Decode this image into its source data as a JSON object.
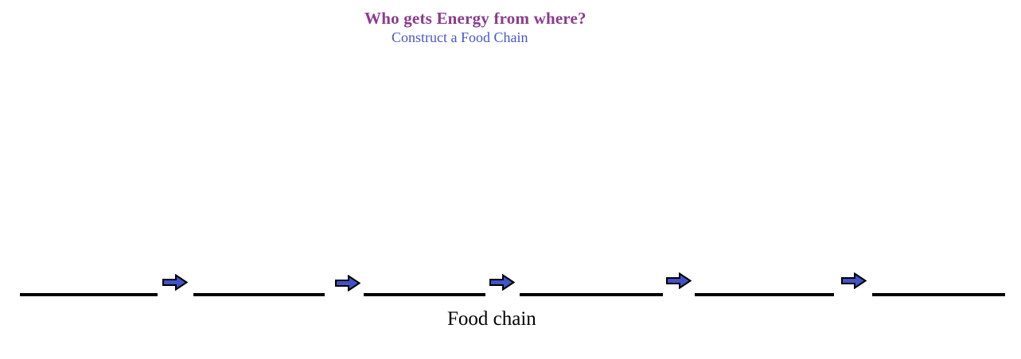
{
  "page": {
    "title": "Who gets Energy from where?",
    "subtitle": "Construct a Food Chain",
    "title_color": "#8a3c8f",
    "subtitle_color": "#4b55c8",
    "background_color": "#ffffff"
  },
  "food_chain": {
    "label": "Food chain",
    "blank_count": 6,
    "blank_values": [
      "",
      "",
      "",
      "",
      "",
      ""
    ],
    "arrow_count": 5,
    "arrow_icon": "right-block-arrow",
    "arrow_fill_color": "#4252c8",
    "arrow_outline_color": "#000000",
    "blank_line_color": "#000000"
  }
}
